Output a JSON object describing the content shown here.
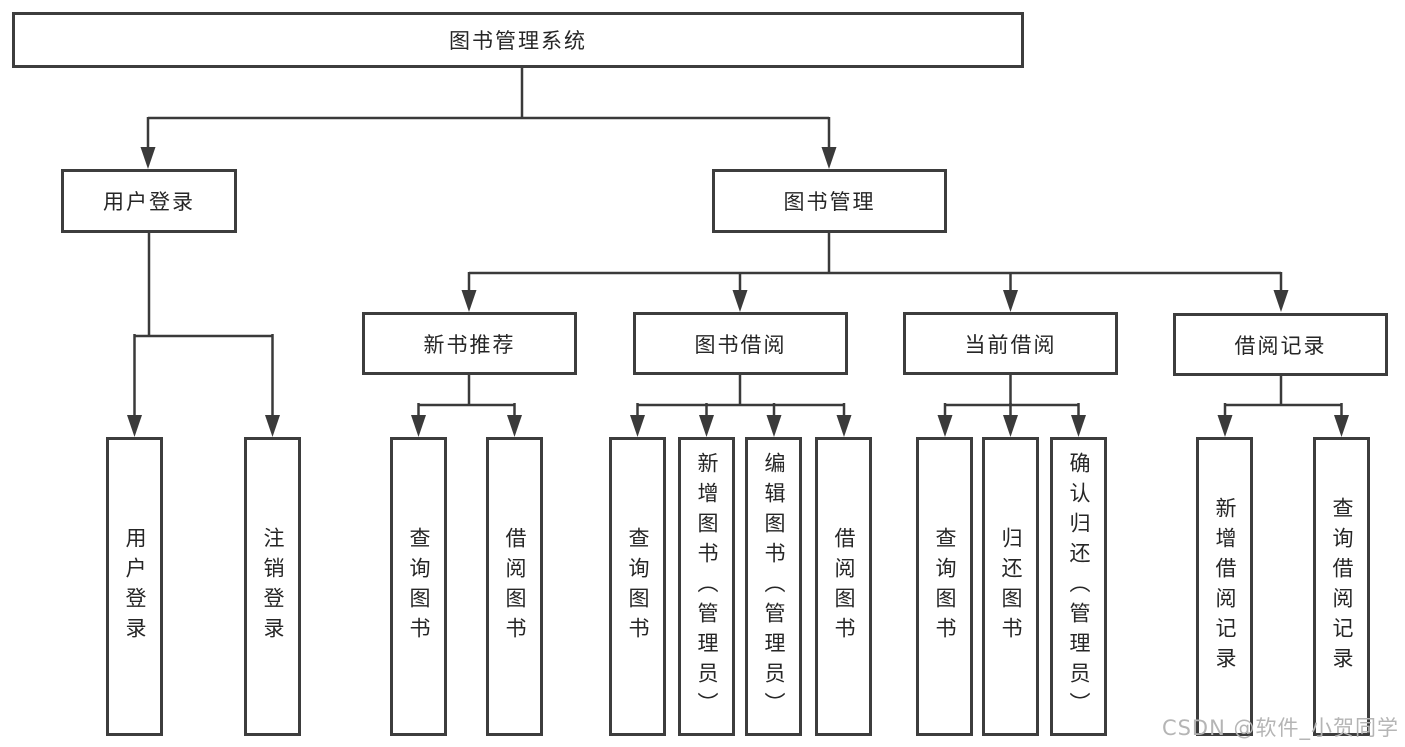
{
  "diagram": {
    "root": {
      "label": "图书管理系统"
    },
    "level2": [
      {
        "label": "用户登录"
      },
      {
        "label": "图书管理"
      }
    ],
    "level3": [
      {
        "label": "新书推荐"
      },
      {
        "label": "图书借阅"
      },
      {
        "label": "当前借阅"
      },
      {
        "label": "借阅记录"
      }
    ],
    "leaves": {
      "user_login": [
        "用户登录",
        "注销登录"
      ],
      "new_book": [
        "查询图书",
        "借阅图书"
      ],
      "book_borrow": [
        "查询图书",
        "新增图书（管理员）",
        "编辑图书（管理员）",
        "借阅图书"
      ],
      "current_borrow": [
        "查询图书",
        "归还图书",
        "确认归还（管理员）"
      ],
      "borrow_record": [
        "新增借阅记录",
        "查询借阅记录"
      ]
    }
  },
  "watermark": "CSDN @软件_小贺同学",
  "colors": {
    "line": "#3a3a3a",
    "border": "#3d3d3d",
    "text": "#262626",
    "watermark_text": "#b5b5b5",
    "background": "#ffffff"
  }
}
